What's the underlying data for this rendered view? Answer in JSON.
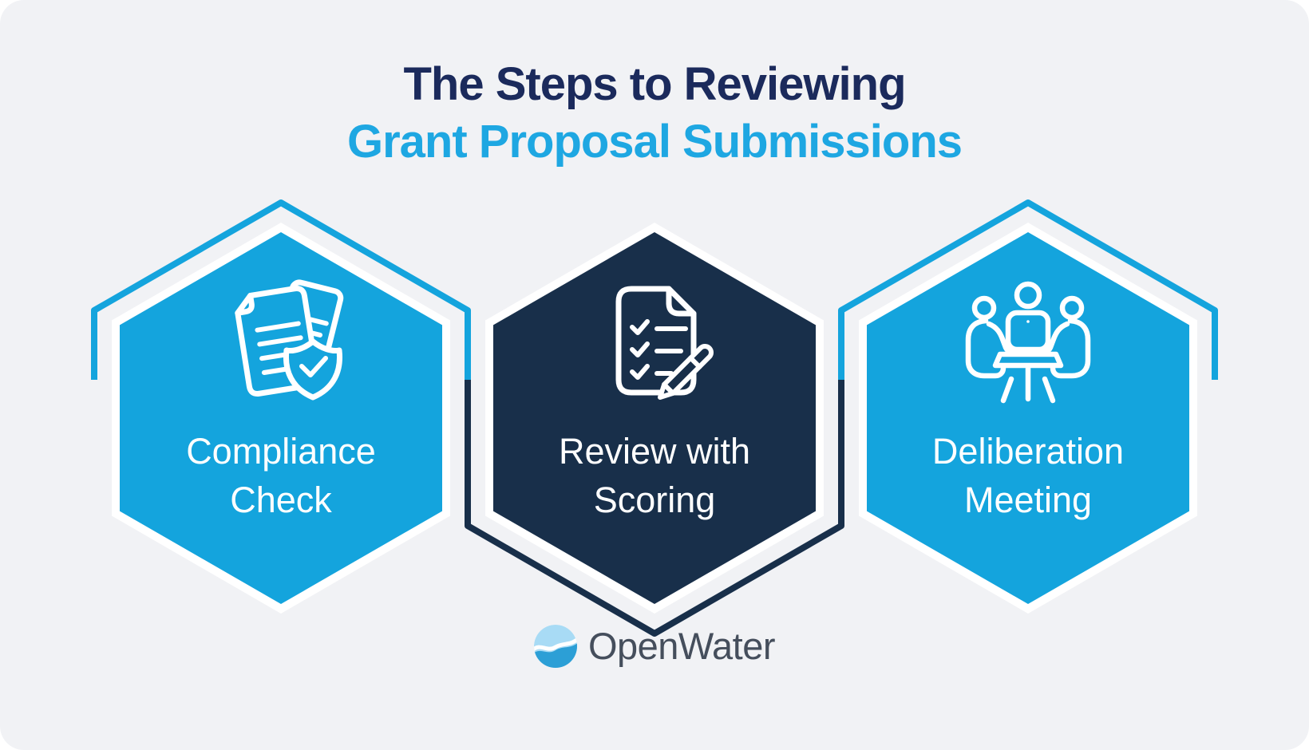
{
  "background_color": "#F1F2F5",
  "title": {
    "line1": "The Steps to Reviewing",
    "line2": "Grant Proposal Submissions",
    "line1_color": "#1B2A5C",
    "line2_color": "#1EA7E2"
  },
  "steps": [
    {
      "order": 1,
      "label": "Compliance Check",
      "icon": "documents-shield-check-icon",
      "fill_color": "#14A4DD",
      "outline_color": "#14A4DD",
      "border_color": "#FFFFFF",
      "text_color": "#FFFFFF"
    },
    {
      "order": 2,
      "label": "Review with Scoring",
      "icon": "document-checklist-pencil-icon",
      "fill_color": "#182F4A",
      "outline_color": "#182F4A",
      "border_color": "#FFFFFF",
      "text_color": "#FFFFFF"
    },
    {
      "order": 3,
      "label": "Deliberation Meeting",
      "icon": "meeting-people-table-icon",
      "fill_color": "#14A4DD",
      "outline_color": "#14A4DD",
      "border_color": "#FFFFFF",
      "text_color": "#FFFFFF"
    }
  ],
  "logo": {
    "text": "OpenWater",
    "icon": "openwater-wave-logo-icon",
    "text_color": "#454E5C",
    "wave_light_color": "#A8DBF5",
    "wave_dark_color": "#2C9FD6"
  }
}
